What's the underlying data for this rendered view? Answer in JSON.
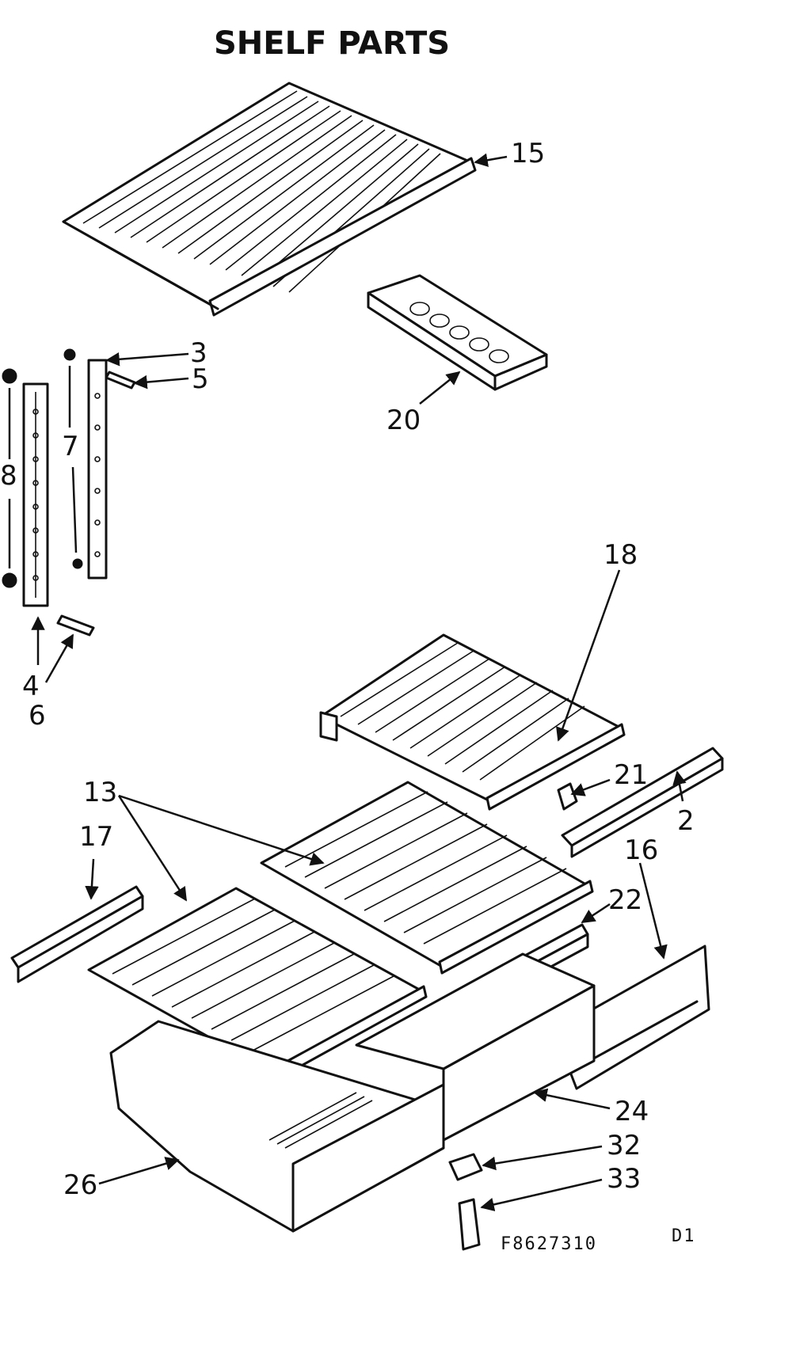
{
  "title": "SHELF PARTS",
  "part_labels": {
    "p15": "15",
    "p3": "3",
    "p5": "5",
    "p20": "20",
    "p7": "7",
    "p8": "8",
    "p4": "4",
    "p6": "6",
    "p18": "18",
    "p21": "21",
    "p2": "2",
    "p13": "13",
    "p17": "17",
    "p16": "16",
    "p22": "22",
    "p24": "24",
    "p32": "32",
    "p33": "33",
    "p26": "26"
  },
  "diagram_code": "F8627310",
  "sheet_code": "D1"
}
